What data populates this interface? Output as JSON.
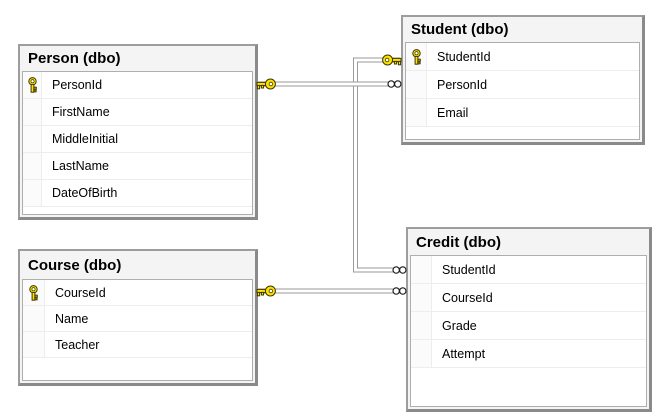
{
  "diagram": {
    "kind": "database-diagram",
    "tables": [
      {
        "id": "person",
        "title": "Person (dbo)",
        "columns": [
          {
            "name": "PersonId",
            "primary_key": true
          },
          {
            "name": "FirstName",
            "primary_key": false
          },
          {
            "name": "MiddleInitial",
            "primary_key": false
          },
          {
            "name": "LastName",
            "primary_key": false
          },
          {
            "name": "DateOfBirth",
            "primary_key": false
          }
        ]
      },
      {
        "id": "student",
        "title": "Student (dbo)",
        "columns": [
          {
            "name": "StudentId",
            "primary_key": true
          },
          {
            "name": "PersonId",
            "primary_key": false
          },
          {
            "name": "Email",
            "primary_key": false
          }
        ]
      },
      {
        "id": "course",
        "title": "Course (dbo)",
        "columns": [
          {
            "name": "CourseId",
            "primary_key": true
          },
          {
            "name": "Name",
            "primary_key": false
          },
          {
            "name": "Teacher",
            "primary_key": false
          }
        ]
      },
      {
        "id": "credit",
        "title": "Credit (dbo)",
        "columns": [
          {
            "name": "StudentId",
            "primary_key": false
          },
          {
            "name": "CourseId",
            "primary_key": false
          },
          {
            "name": "Grade",
            "primary_key": false
          },
          {
            "name": "Attempt",
            "primary_key": false
          }
        ]
      }
    ],
    "relationships": [
      {
        "id": "fk-student-person",
        "one_side": "Person.PersonId",
        "many_side": "Student.PersonId"
      },
      {
        "id": "fk-credit-student",
        "one_side": "Student.StudentId",
        "many_side": "Credit.StudentId"
      },
      {
        "id": "fk-credit-course",
        "one_side": "Course.CourseId",
        "many_side": "Credit.CourseId"
      }
    ],
    "icons": {
      "primary_key": "key-icon",
      "one_end": "key-icon",
      "many_end": "infinity-icon"
    },
    "colors": {
      "key_fill": "#ffe200",
      "key_outline": "#3c3800",
      "connector": "#9a9a9a",
      "infinity_outline": "#1e1e1e",
      "table_border": "#9d9d9d",
      "header_bg": "#f4f4f4"
    }
  }
}
